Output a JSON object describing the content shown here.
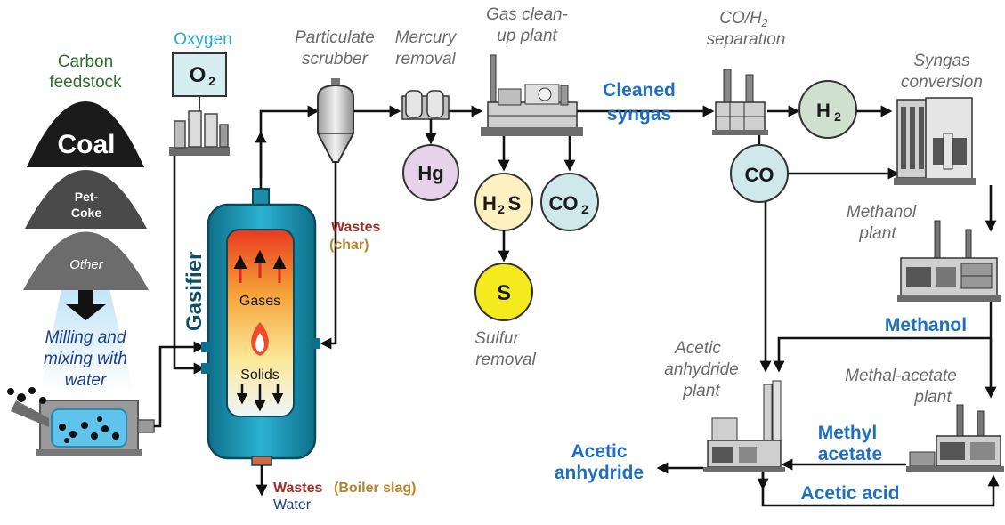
{
  "feed": {
    "title_line1": "Carbon",
    "title_line2": "feedstock",
    "coal": "Coal",
    "petcoke_line1": "Pet-",
    "petcoke_line2": "Coke",
    "other": "Other",
    "milling_line1": "Milling and",
    "milling_line2": "mixing with",
    "milling_line3": "water"
  },
  "oxygen": {
    "label": "Oxygen",
    "symbol": "O",
    "subscript": "2"
  },
  "gasifier": {
    "name": "Gasifier",
    "gases": "Gases",
    "solids": "Solids"
  },
  "wastes_char": {
    "line1": "Wastes",
    "line2": "(char)"
  },
  "wastes_bottom": {
    "wastes": "Wastes",
    "slag": "(Boiler slag)",
    "water": "Water"
  },
  "units": {
    "scrubber_line1": "Particulate",
    "scrubber_line2": "scrubber",
    "mercury_line1": "Mercury",
    "mercury_line2": "removal",
    "cleanup_line1": "Gas clean-",
    "cleanup_line2": "up plant",
    "separation_line1": "CO/H",
    "separation_sub": "2",
    "separation_line2": "separation",
    "syngas_conv_line1": "Syngas",
    "syngas_conv_line2": "conversion",
    "methanol_plant_line1": "Methanol",
    "methanol_plant_line2": "plant",
    "methyl_acetate_plant_line1": "Methal-acetate",
    "methyl_acetate_plant_line2": "plant",
    "acetic_anhydride_plant_line1": "Acetic",
    "acetic_anhydride_plant_line2": "anhydride",
    "acetic_anhydride_plant_line3": "plant",
    "sulfur_line1": "Sulfur",
    "sulfur_line2": "removal"
  },
  "byproducts": {
    "hg": "Hg",
    "h2s": "H",
    "h2s_sub": "2",
    "h2s_end": "S",
    "co2": "CO",
    "co2_sub": "2",
    "s": "S",
    "h2": "H",
    "h2_sub": "2",
    "co": "CO"
  },
  "products": {
    "cleaned_line1": "Cleaned",
    "cleaned_line2": "syngas",
    "methanol": "Methanol",
    "methyl_line1": "Methyl",
    "methyl_line2": "acetate",
    "acetic_acid": "Acetic acid",
    "anhydride_line1": "Acetic",
    "anhydride_line2": "anhydride"
  },
  "colors": {
    "accent_blue": "#1f6fc1",
    "waste_red": "#a0302a",
    "waste_brown": "#b5852a",
    "oxygen_cyan": "#2aa6d6",
    "hg_fill": "#e6d2ea",
    "h2s_fill": "#fdf1c2",
    "co2_fill": "#cfe8ea",
    "s_fill": "#f5ea1d",
    "h2_fill": "#cfe0cf",
    "co_fill": "#cfe8ea"
  }
}
